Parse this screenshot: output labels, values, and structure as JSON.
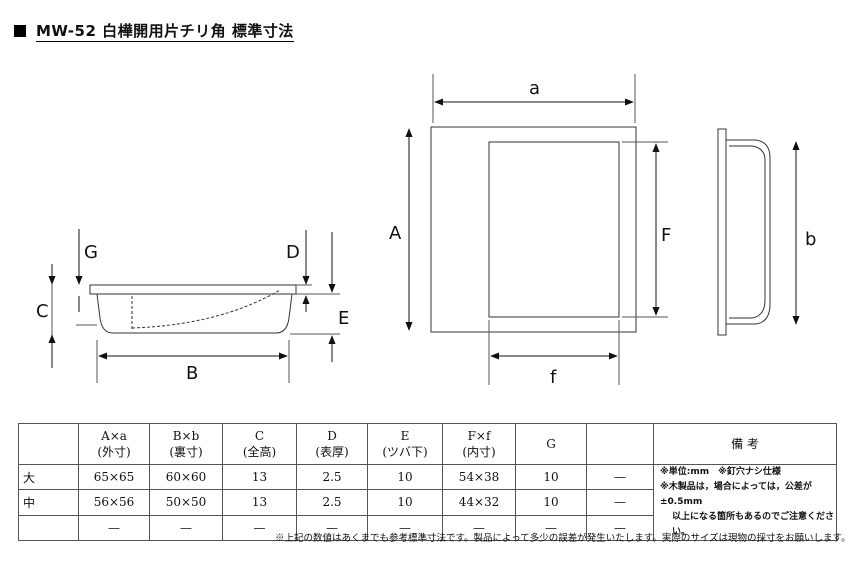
{
  "title": "MW-52 白樺開用片チリ角 標準寸法",
  "labels": {
    "G": "G",
    "C": "C",
    "D": "D",
    "E": "E",
    "B": "B",
    "a": "a",
    "A": "A",
    "F": "F",
    "f": "f",
    "b": "b"
  },
  "table": {
    "headers": [
      [
        "A×a",
        "(外寸)"
      ],
      [
        "B×b",
        "(裏寸)"
      ],
      [
        "C",
        "(全高)"
      ],
      [
        "D",
        "(表厚)"
      ],
      [
        "E",
        "(ツバ下)"
      ],
      [
        "F×f",
        "(内寸)"
      ],
      [
        "G",
        ""
      ],
      [
        "",
        ""
      ]
    ],
    "notes_header": "備 考",
    "rows": [
      {
        "label": "大",
        "values": [
          "65×65",
          "60×60",
          "13",
          "2.5",
          "10",
          "54×38",
          "10",
          "—"
        ]
      },
      {
        "label": "中",
        "values": [
          "56×56",
          "50×50",
          "13",
          "2.5",
          "10",
          "44×32",
          "10",
          "—"
        ]
      },
      {
        "label": "",
        "values": [
          "—",
          "—",
          "—",
          "—",
          "—",
          "—",
          "—",
          "—"
        ]
      }
    ],
    "notes": [
      "※単位:mm　※釘穴ナシ仕様",
      "※木製品は，場合によっては，公差が±0.5mm",
      "以上になる箇所もあるのでご注意ください。"
    ]
  },
  "footnote": "※上記の数値はあくまでも参考標準寸法です。製品によって多少の誤差が発生いたします。実際のサイズは現物の採寸をお願いします。"
}
